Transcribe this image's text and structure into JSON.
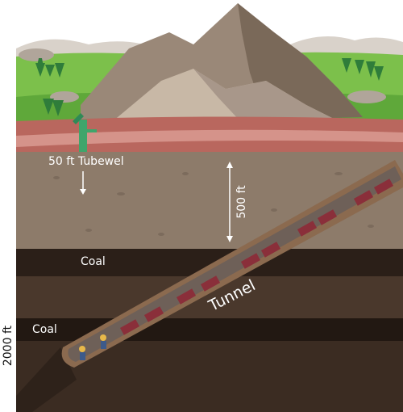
{
  "labels": {
    "tubewell": "50 ft Tubewel",
    "depth_500": "500 ft",
    "coal_upper": "Coal",
    "coal_lower": "Coal",
    "tunnel": "Tunnel",
    "depth_2000": "2000 ft"
  },
  "icons": [
    "mountain-icon",
    "pine-tree-icon",
    "hand-pump-icon",
    "mine-cart-icon",
    "miner-icon"
  ],
  "colors": {
    "sky": "#ffffff",
    "grass": "#7cc04b",
    "mountain": "#9a8878",
    "soil_top": "#b9675e",
    "ground": "#8d7b6a",
    "coal_seam": "#2b1f18",
    "deep_earth": "#3b2c22",
    "tunnel_wall": "#8b6a4f"
  }
}
